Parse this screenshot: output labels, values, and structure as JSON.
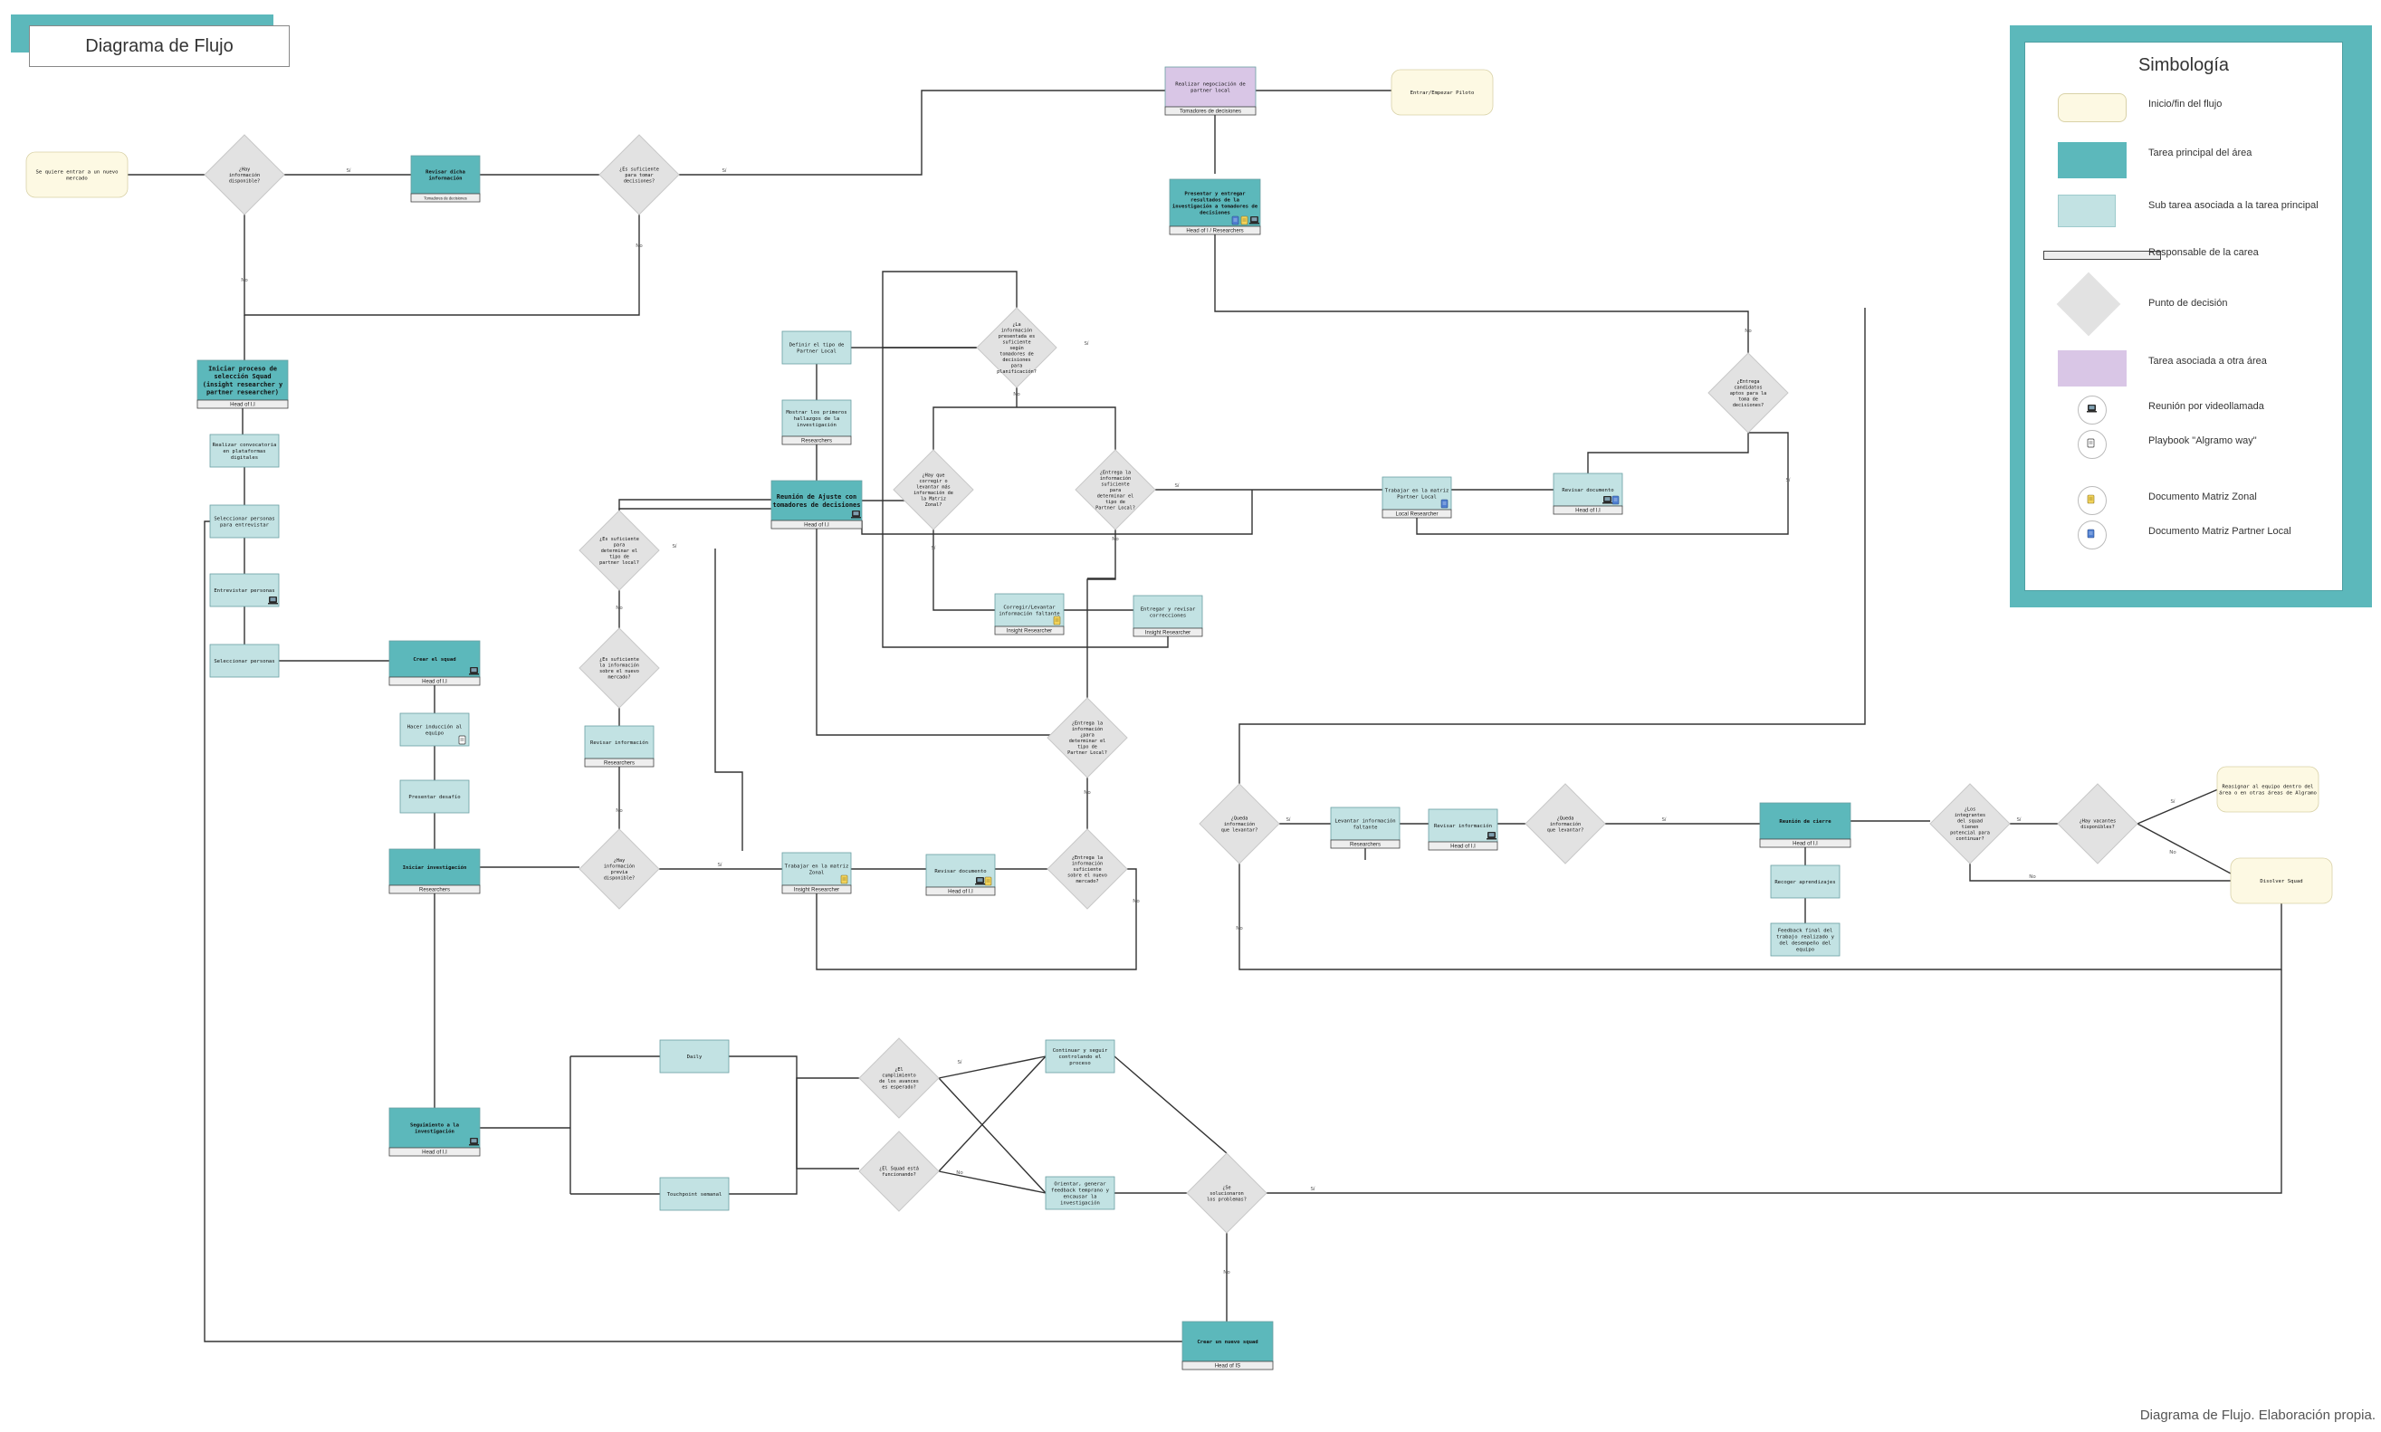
{
  "title": "Diagrama de Flujo",
  "caption": "Diagrama de Flujo. Elaboración propia.",
  "colors": {
    "start_end": "#fdf9e3",
    "main_task": "#5cb8bb",
    "sub_task": "#c2e2e3",
    "other_area": "#d9c6e6",
    "decision": "#e2e2e2",
    "owner_bar": "#eeeeee",
    "line": "#333333"
  },
  "legend": {
    "title": "Simbología",
    "items": [
      {
        "symbol": "start_end",
        "label": "Inicio/fin del flujo"
      },
      {
        "symbol": "main_task",
        "label": "Tarea principal del área"
      },
      {
        "symbol": "sub_task",
        "label": "Sub tarea asociada a la tarea principal"
      },
      {
        "symbol": "owner",
        "label": "Responsable de la carea"
      },
      {
        "symbol": "decision",
        "label": "Punto de decisión"
      },
      {
        "symbol": "other_area",
        "label": "Tarea asociada a otra área"
      },
      {
        "symbol": "video-call-icon",
        "label": "Reunión por videollamada"
      },
      {
        "symbol": "playbook-icon",
        "label": "Playbook \"Algramo way\""
      },
      {
        "symbol": "zonal-doc-icon",
        "label": "Documento Matriz Zonal"
      },
      {
        "symbol": "partner-doc-icon",
        "label": "Documento Matriz Partner Local"
      }
    ]
  },
  "nodes": [
    {
      "id": "n1",
      "type": "start_end",
      "label": "Se quiere entrar a un nuevo mercado"
    },
    {
      "id": "d1",
      "type": "decision",
      "label": "¿Hay información disponible?"
    },
    {
      "id": "n2",
      "type": "main_task",
      "label": "Revisar dicha información",
      "owner": "Tomadores de decisiones",
      "owner_small": true
    },
    {
      "id": "d2",
      "type": "decision",
      "label": "¿Es suficiente para tomar decisiones?"
    },
    {
      "id": "n3",
      "type": "other_area",
      "label": "Realizar negociación de partner local",
      "owner": "Tomadores de decisiones"
    },
    {
      "id": "n4",
      "type": "start_end",
      "label": "Entrar/Empezar Piloto"
    },
    {
      "id": "n5",
      "type": "main_task",
      "label": "Presentar y entregar resultados de la investigación a tomadores de decisiones",
      "owner": "Head of I / Researchers",
      "icons": [
        "video-call-icon",
        "zonal-doc-icon",
        "partner-doc-icon"
      ]
    },
    {
      "id": "n6",
      "type": "main_task",
      "label": "Iniciar proceso de selección Squad (insight researcher y partner researcher)",
      "owner": "Head of I.I",
      "large": true
    },
    {
      "id": "n7",
      "type": "sub_task",
      "label": "Realizar convocatoria en plataformas digitales"
    },
    {
      "id": "n8",
      "type": "sub_task",
      "label": "Seleccionar personas para entrevistar"
    },
    {
      "id": "n9",
      "type": "sub_task",
      "label": "Entrevistar personas",
      "icons": [
        "video-call-icon"
      ]
    },
    {
      "id": "n10",
      "type": "sub_task",
      "label": "Seleccionar personas"
    },
    {
      "id": "n11",
      "type": "main_task",
      "label": "Crear el squad",
      "owner": "Head of I.I",
      "icons": [
        "video-call-icon"
      ]
    },
    {
      "id": "n12",
      "type": "sub_task",
      "label": "Hacer inducción al equipo",
      "icons": [
        "playbook-icon"
      ]
    },
    {
      "id": "n13",
      "type": "sub_task",
      "label": "Presentar desafío"
    },
    {
      "id": "n14",
      "type": "main_task",
      "label": "Iniciar investigación",
      "owner": "Researchers"
    },
    {
      "id": "d3",
      "type": "decision",
      "label": "¿Hay información previa disponible?"
    },
    {
      "id": "n15",
      "type": "sub_task",
      "label": "Revisar información",
      "owner": "Researchers"
    },
    {
      "id": "d4",
      "type": "decision",
      "label": "¿Es suficiente la información sobre el nuevo mercado?"
    },
    {
      "id": "d5",
      "type": "decision",
      "label": "¿Es suficiente para determinar el tipo de partner local?"
    },
    {
      "id": "n16",
      "type": "sub_task",
      "label": "Definir el tipo de Partner Local"
    },
    {
      "id": "n17",
      "type": "sub_task",
      "label": "Mostrar los primeros hallazgos de la investigación",
      "owner": "Researchers"
    },
    {
      "id": "n18",
      "type": "main_task",
      "label": "Reunión de Ajuste con tomadores de decisiones",
      "owner": "Head of I.I",
      "icons": [
        "video-call-icon"
      ],
      "large": true
    },
    {
      "id": "d6",
      "type": "decision",
      "label": "¿La información presentada es suficiente según tomadores de decisiones para planificación?"
    },
    {
      "id": "d7",
      "type": "decision",
      "label": "¿Hay que corregir o levantar más información de la Matriz Zonal?"
    },
    {
      "id": "d8",
      "type": "decision",
      "label": "¿Entrega la información suficiente para determinar el tipo de Partner Local?"
    },
    {
      "id": "n19",
      "type": "sub_task",
      "label": "Corregir/Levantar información faltante",
      "owner": "Insight Researcher",
      "icons": [
        "zonal-doc-icon"
      ]
    },
    {
      "id": "n20",
      "type": "sub_task",
      "label": "Entregar y revisar correcciones",
      "owner": "Insight Researcher"
    },
    {
      "id": "n21",
      "type": "sub_task",
      "label": "Trabajar en la matriz Partner Local",
      "owner": "Local Researcher",
      "icons": [
        "partner-doc-icon"
      ]
    },
    {
      "id": "n22",
      "type": "sub_task",
      "label": "Revisar documento",
      "owner": "Head of I.I",
      "icons": [
        "partner-doc-icon",
        "video-call-icon"
      ]
    },
    {
      "id": "d9",
      "type": "decision",
      "label": "¿Entrega candidatos aptos para la toma de decisiones?"
    },
    {
      "id": "n23",
      "type": "sub_task",
      "label": "Trabajar en la matriz Zonal",
      "owner": "Insight Researcher",
      "icons": [
        "zonal-doc-icon"
      ]
    },
    {
      "id": "n24",
      "type": "sub_task",
      "label": "Revisar documento",
      "owner": "Head of I.I",
      "icons": [
        "zonal-doc-icon",
        "video-call-icon"
      ]
    },
    {
      "id": "d10",
      "type": "decision",
      "label": "¿Entrega la información suficiente sobre el nuevo mercado?"
    },
    {
      "id": "d11",
      "type": "decision",
      "label": "¿Entrega la información ¿para determinar el tipo de Partner Local?"
    },
    {
      "id": "d12",
      "type": "decision",
      "label": "¿Queda información que levantar?"
    },
    {
      "id": "n25",
      "type": "sub_task",
      "label": "Levantar información faltante",
      "owner": "Researchers"
    },
    {
      "id": "n26",
      "type": "sub_task",
      "label": "Revisar información",
      "owner": "Head of I.I",
      "icons": [
        "video-call-icon"
      ]
    },
    {
      "id": "d13",
      "type": "decision",
      "label": "¿Queda información que levantar?"
    },
    {
      "id": "n27",
      "type": "main_task",
      "label": "Reunión de cierre",
      "owner": "Head of I.I"
    },
    {
      "id": "n28",
      "type": "sub_task",
      "label": "Recoger aprendizajes"
    },
    {
      "id": "n29",
      "type": "sub_task",
      "label": "Feedback final del trabajo realizado y del desempeño del equipo"
    },
    {
      "id": "d14",
      "type": "decision",
      "label": "¿Los integrantes del squad tienen potencial para continuar?"
    },
    {
      "id": "d15",
      "type": "decision",
      "label": "¿Hay vacantes disponibles?"
    },
    {
      "id": "n30",
      "type": "start_end",
      "label": "Reasignar al equipo dentro del área o en otras áreas de Algramo"
    },
    {
      "id": "n31",
      "type": "start_end",
      "label": "Disolver Squad"
    },
    {
      "id": "n32",
      "type": "main_task",
      "label": "Seguimiento a la investigación",
      "owner": "Head of I.I",
      "icons": [
        "video-call-icon"
      ]
    },
    {
      "id": "n33",
      "type": "sub_task",
      "label": "Daily"
    },
    {
      "id": "n34",
      "type": "sub_task",
      "label": "Touchpoint semanal"
    },
    {
      "id": "d16",
      "type": "decision",
      "label": "¿El cumplimiento de los avances es esperado?"
    },
    {
      "id": "d17",
      "type": "decision",
      "label": "¿El Squad está funcionando?"
    },
    {
      "id": "n35",
      "type": "sub_task",
      "label": "Continuar y seguir controlando el proceso"
    },
    {
      "id": "n36",
      "type": "sub_task",
      "label": "Orientar, generar feedback temprano y encausar la investigación"
    },
    {
      "id": "d18",
      "type": "decision",
      "label": "¿Se solucionaron los problemas?"
    },
    {
      "id": "n37",
      "type": "main_task",
      "label": "Crear un nuevo squad",
      "owner": "Head of IS"
    }
  ],
  "edge_labels": {
    "yes": "Sí",
    "no": "No"
  }
}
